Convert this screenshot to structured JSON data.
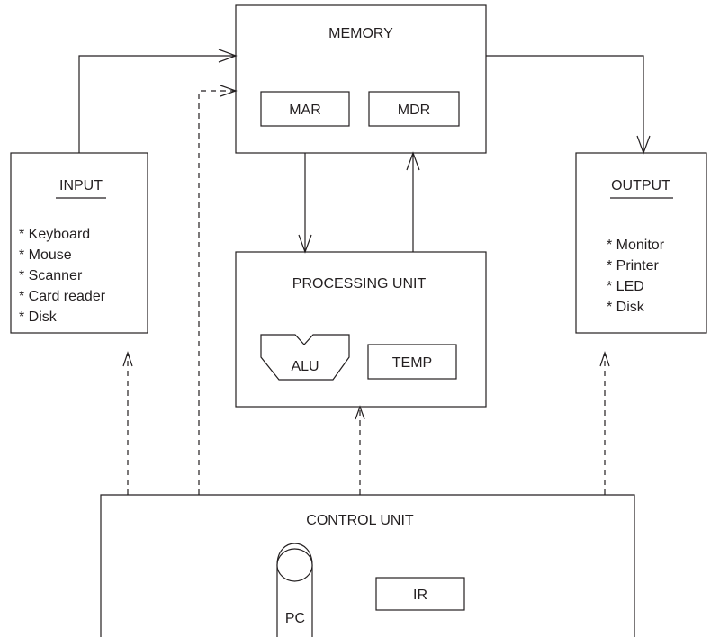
{
  "memory": {
    "title": "MEMORY",
    "mar": "MAR",
    "mdr": "MDR"
  },
  "input": {
    "title": "INPUT",
    "items": [
      "* Keyboard",
      "* Mouse",
      "* Scanner",
      "* Card reader",
      "* Disk"
    ]
  },
  "output": {
    "title": "OUTPUT",
    "items": [
      "* Monitor",
      "* Printer",
      "* LED",
      "* Disk"
    ]
  },
  "processing": {
    "title": "PROCESSING UNIT",
    "alu": "ALU",
    "temp": "TEMP"
  },
  "control": {
    "title": "CONTROL UNIT",
    "pc": "PC",
    "ir": "IR"
  }
}
